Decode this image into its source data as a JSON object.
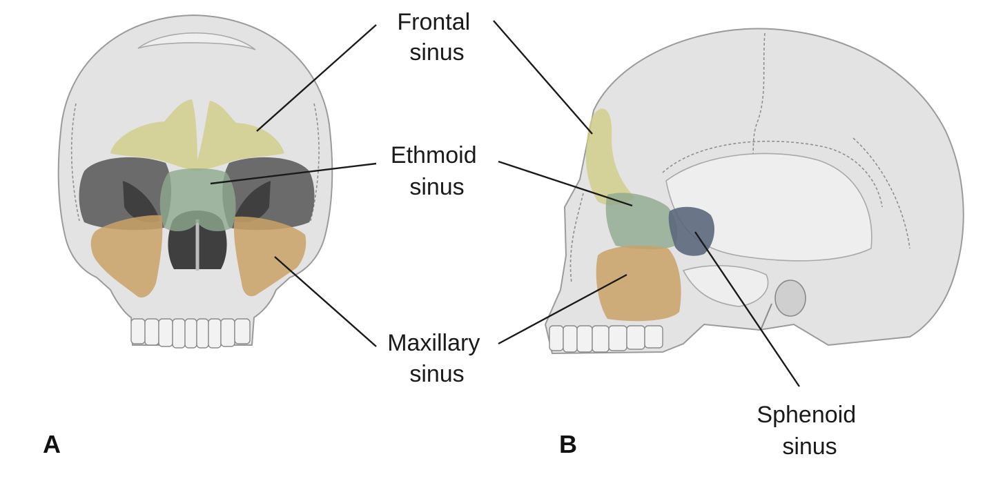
{
  "labels": {
    "frontal": [
      "Frontal",
      "sinus"
    ],
    "ethmoid": [
      "Ethmoid",
      "sinus"
    ],
    "maxillary": [
      "Maxillary",
      "sinus"
    ],
    "sphenoid": [
      "Sphenoid",
      "sinus"
    ]
  },
  "panels": {
    "a": "A",
    "b": "B"
  },
  "colors": {
    "frontal": "#cfcc86",
    "ethmoid": "#8fa98f",
    "maxillary": "#c9a267",
    "sphenoid": "#58657a",
    "bone": "#e3e3e3"
  }
}
